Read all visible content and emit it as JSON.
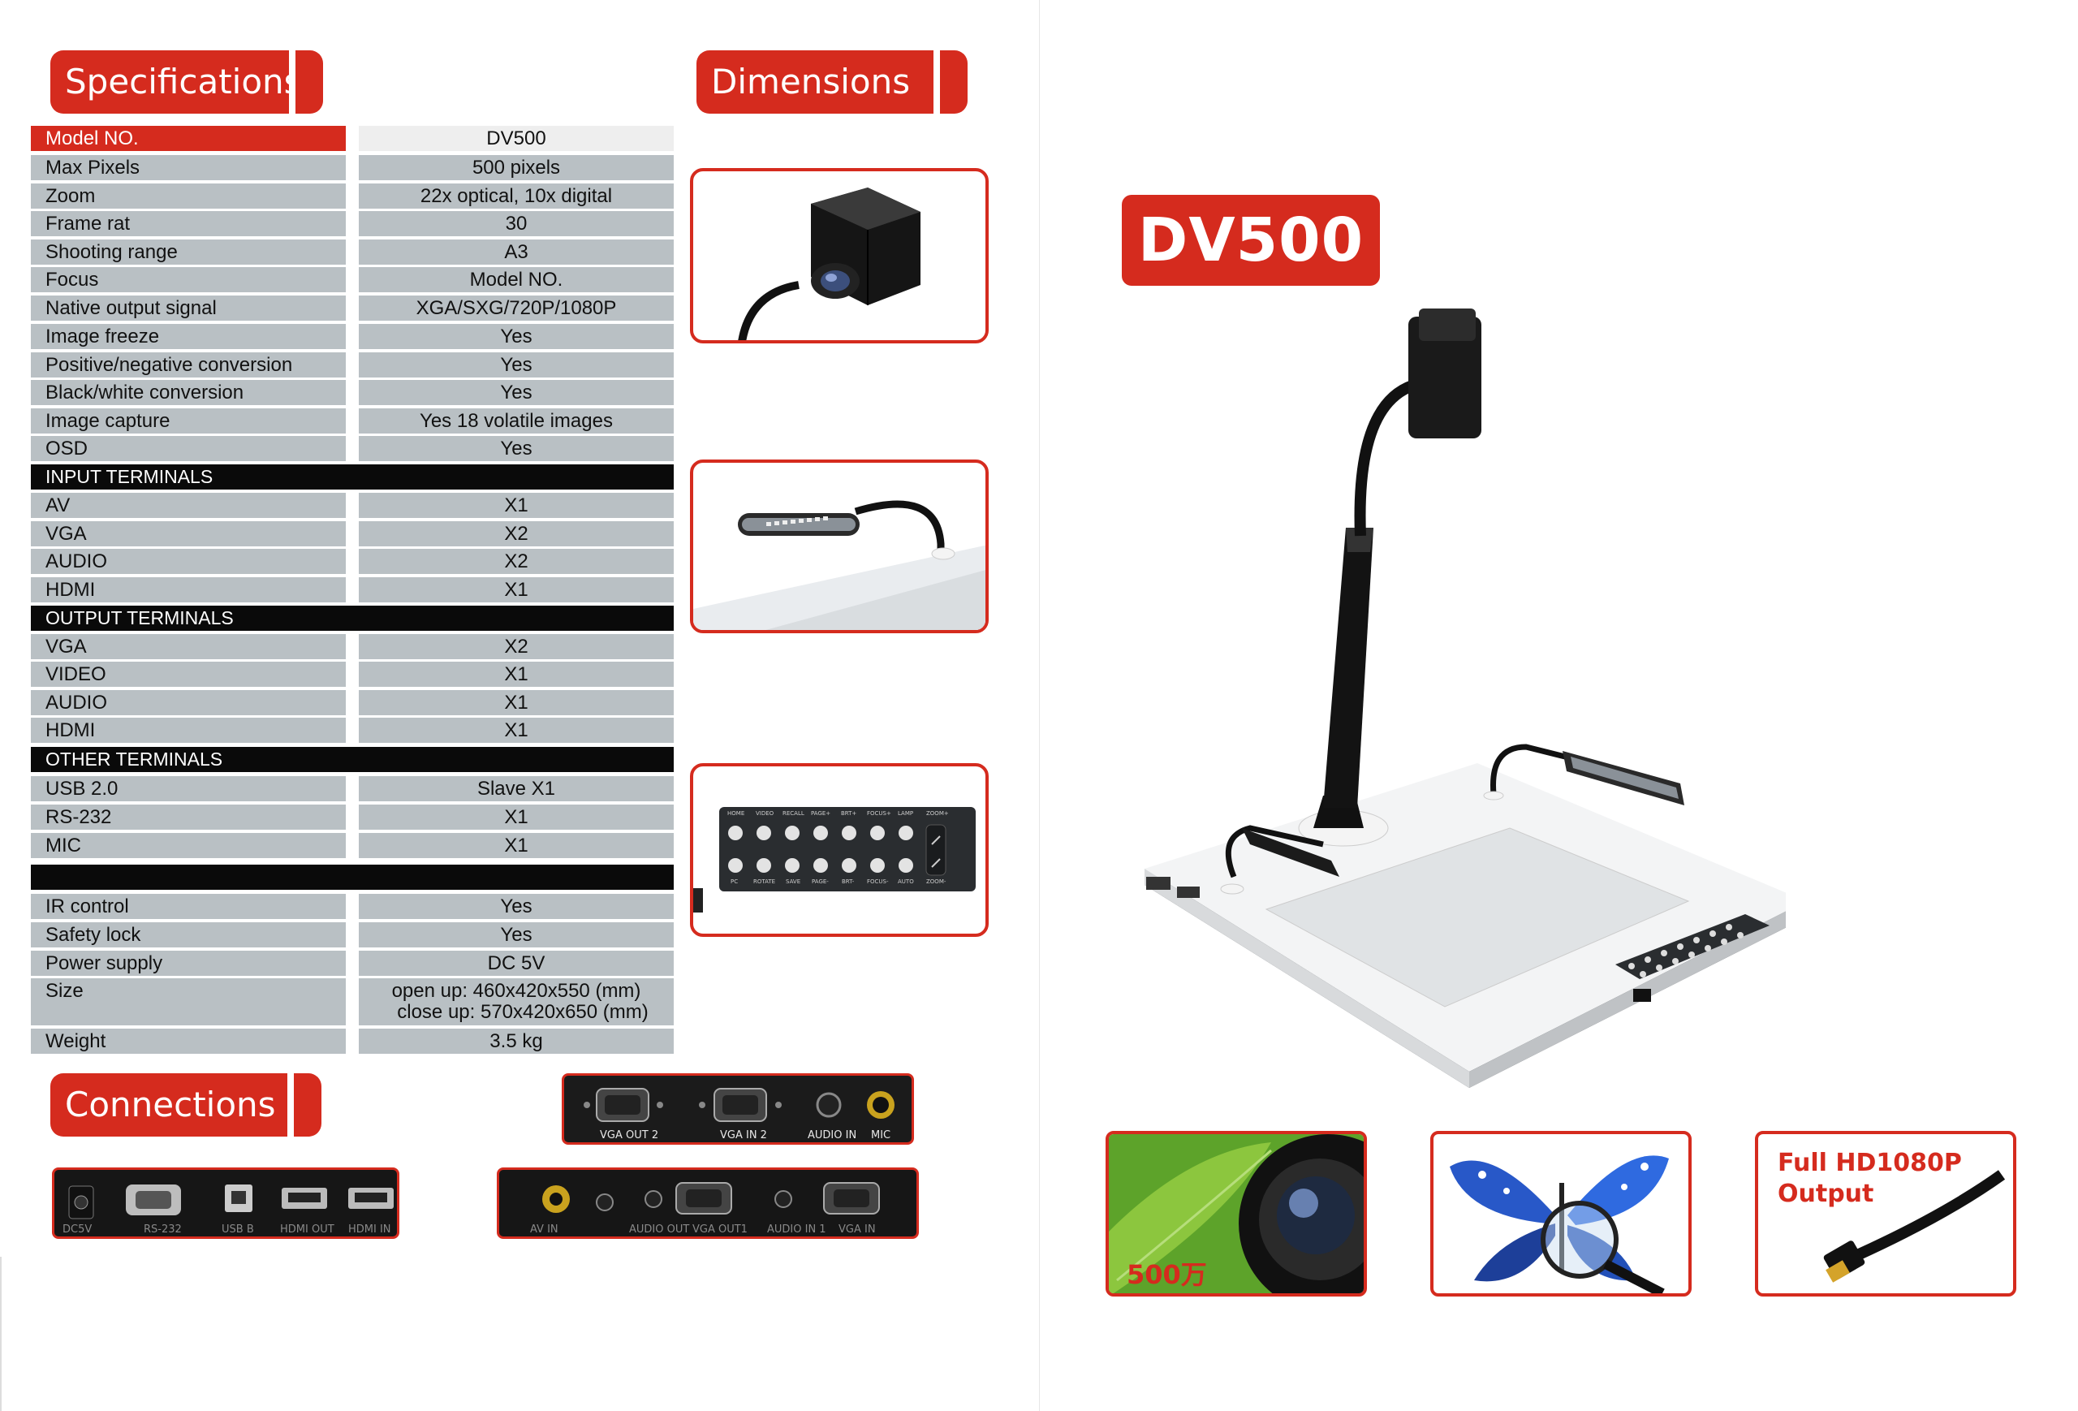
{
  "headings": {
    "specifications": "Specifications",
    "dimensions": "Dimensions",
    "connections": "Connections"
  },
  "specs": [
    {
      "k": "Model NO.",
      "v": "DV500"
    },
    {
      "k": "Max Pixels",
      "v": "500 pixels"
    },
    {
      "k": "Zoom",
      "v": "22x optical, 10x digital"
    },
    {
      "k": "Frame rat",
      "v": "30"
    },
    {
      "k": "Shooting range",
      "v": "A3"
    },
    {
      "k": "Focus",
      "v": "Model NO."
    },
    {
      "k": "Native output signal",
      "v": "XGA/SXG/720P/1080P"
    },
    {
      "k": "Image freeze",
      "v": "Yes"
    },
    {
      "k": "Positive/negative conversion",
      "v": "Yes"
    },
    {
      "k": "Black/white conversion",
      "v": "Yes"
    },
    {
      "k": "Image capture",
      "v": "Yes 18 volatile images"
    },
    {
      "k": "OSD",
      "v": "Yes"
    }
  ],
  "input_terminals": {
    "title": "INPUT TERMINALS",
    "rows": [
      {
        "k": "AV",
        "v": "X1"
      },
      {
        "k": "VGA",
        "v": "X2"
      },
      {
        "k": "AUDIO",
        "v": "X2"
      },
      {
        "k": "HDMI",
        "v": "X1"
      }
    ]
  },
  "output_terminals": {
    "title": "OUTPUT TERMINALS",
    "rows": [
      {
        "k": "VGA",
        "v": "X2"
      },
      {
        "k": "VIDEO",
        "v": "X1"
      },
      {
        "k": "AUDIO",
        "v": "X1"
      },
      {
        "k": "HDMI",
        "v": "X1"
      }
    ]
  },
  "other_terminals": {
    "title": "OTHER TERMINALS",
    "rows": [
      {
        "k": "USB 2.0",
        "v": "Slave X1"
      },
      {
        "k": "RS-232",
        "v": "X1"
      },
      {
        "k": "MIC",
        "v": "X1"
      }
    ]
  },
  "misc": [
    {
      "k": "IR control",
      "v": "Yes"
    },
    {
      "k": "Safety lock",
      "v": "Yes"
    },
    {
      "k": "Power supply",
      "v": "DC 5V"
    },
    {
      "k": "Size",
      "v1": "open up: 460x420x550 (mm)",
      "v2": "close up: 570x420x650 (mm)"
    },
    {
      "k": "Weight",
      "v": "3.5 kg"
    }
  ],
  "control_panel": {
    "top": [
      "HOME",
      "VIDEO",
      "RECALL",
      "PAGE+",
      "BRT+",
      "FOCUS+",
      "LAMP",
      "ZOOM+"
    ],
    "bottom": [
      "PC",
      "ROTATE",
      "SAVE",
      "PAGE-",
      "BRT-",
      "FOCUS-",
      "AUTO",
      "ZOOM-"
    ]
  },
  "ports_top_right": [
    "VGA OUT 2",
    "VGA IN 2",
    "AUDIO IN",
    "MIC"
  ],
  "ports_bottom_left": [
    "DC5V",
    "RS-232",
    "USB B",
    "HDMI OUT",
    "HDMI IN"
  ],
  "ports_bottom_right": [
    "AV IN",
    "AUDIO OUT",
    "VGA OUT1",
    "AUDIO IN 1",
    "VGA IN"
  ],
  "brand": "DV500",
  "features": {
    "lens_label": "500万",
    "hd_line1": "Full HD1080P",
    "hd_line2": "Output"
  },
  "colors": {
    "accent": "#d52b1e",
    "row": "#b9c0c4",
    "group": "#0a0a0a"
  }
}
